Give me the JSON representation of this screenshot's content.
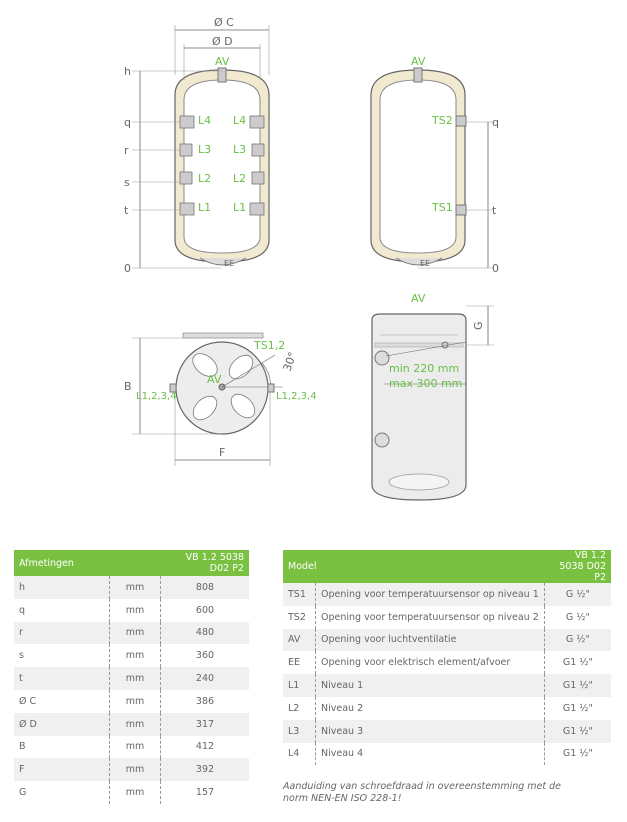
{
  "drawing_labels": {
    "dia_c": "Ø C",
    "dia_d": "Ø D",
    "av": "AV",
    "h": "h",
    "q": "q",
    "r": "r",
    "s": "s",
    "t": "t",
    "zero": "0",
    "l1": "L1",
    "l2": "L2",
    "l3": "L3",
    "l4": "L4",
    "ee": "EE",
    "ts1": "TS1",
    "ts2": "TS2",
    "ts12": "TS1,2",
    "angle": "30°",
    "b": "B",
    "f": "F",
    "g": "G",
    "l1234": "L1,2,3,4",
    "min_dist": "min 220 mm",
    "max_dist": "max 300 mm"
  },
  "left_table": {
    "title": "Afmetingen",
    "model": "VB 1.2 5038 D02 P2",
    "rows": [
      {
        "label": "h",
        "unit": "mm",
        "value": "808"
      },
      {
        "label": "q",
        "unit": "mm",
        "value": "600"
      },
      {
        "label": "r",
        "unit": "mm",
        "value": "480"
      },
      {
        "label": "s",
        "unit": "mm",
        "value": "360"
      },
      {
        "label": "t",
        "unit": "mm",
        "value": "240"
      },
      {
        "label": "Ø C",
        "unit": "mm",
        "value": "386"
      },
      {
        "label": "Ø D",
        "unit": "mm",
        "value": "317"
      },
      {
        "label": "B",
        "unit": "mm",
        "value": "412"
      },
      {
        "label": "F",
        "unit": "mm",
        "value": "392"
      },
      {
        "label": "G",
        "unit": "mm",
        "value": "157"
      }
    ]
  },
  "right_table": {
    "title": "Model",
    "model": "VB 1.2 5038 D02 P2",
    "rows": [
      {
        "code": "TS1",
        "desc": "Opening voor temperatuursensor op niveau 1",
        "size": "G ½\""
      },
      {
        "code": "TS2",
        "desc": "Opening voor temperatuursensor op niveau 2",
        "size": "G ½\""
      },
      {
        "code": "AV",
        "desc": "Opening voor luchtventilatie",
        "size": "G ½\""
      },
      {
        "code": "EE",
        "desc": "Opening voor elektrisch element/afvoer",
        "size": "G1 ½\""
      },
      {
        "code": "L1",
        "desc": "Niveau 1",
        "size": "G1 ½\""
      },
      {
        "code": "L2",
        "desc": "Niveau 2",
        "size": "G1 ½\""
      },
      {
        "code": "L3",
        "desc": "Niveau 3",
        "size": "G1 ½\""
      },
      {
        "code": "L4",
        "desc": "Niveau 4",
        "size": "G1 ½\""
      }
    ]
  },
  "note": "Aanduiding van schroefdraad in overeenstemming met de norm NEN-EN ISO 228-1!"
}
